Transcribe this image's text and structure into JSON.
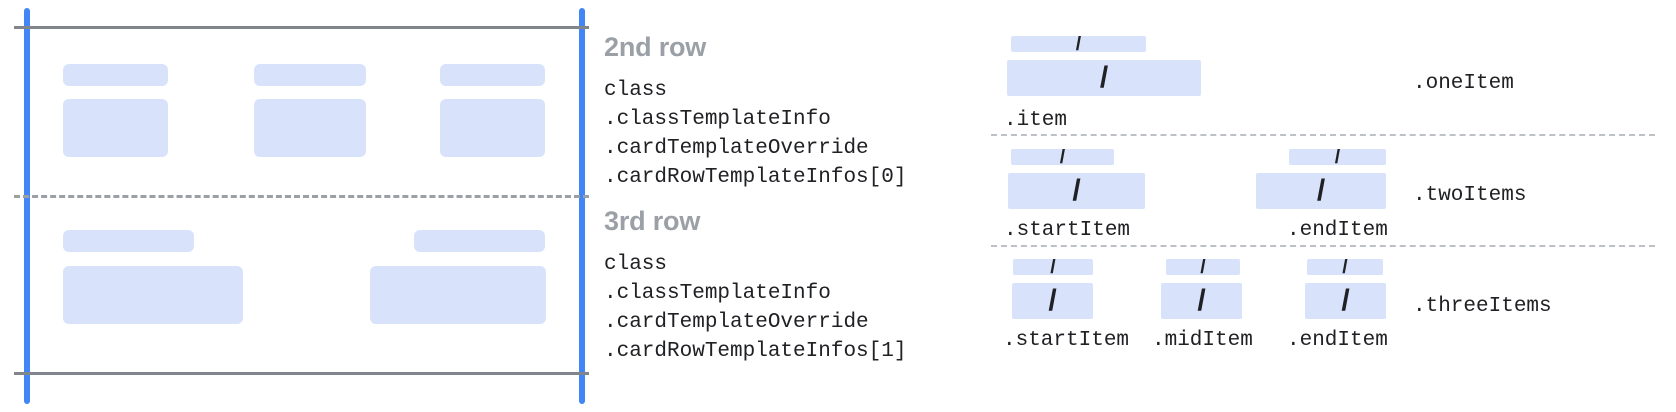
{
  "colors": {
    "accent_blue": "#4285f4",
    "block_fill": "#d8e2fb",
    "rule_gray": "#80868b",
    "dash_gray": "#9aa0a6",
    "title_gray": "#9aa0a6",
    "text": "#202124",
    "background": "#ffffff"
  },
  "left_diagram": {
    "rows": [
      {
        "name": "row-2nd",
        "cells": [
          {
            "label_bar": true,
            "content_bar": true
          },
          {
            "label_bar": true,
            "content_bar": true
          },
          {
            "label_bar": true,
            "content_bar": true
          }
        ]
      },
      {
        "name": "row-3rd",
        "cells": [
          {
            "label_bar": true,
            "content_bar": true
          },
          {
            "label_bar": true,
            "content_bar": true
          }
        ]
      }
    ]
  },
  "annotations": [
    {
      "title": "2nd row",
      "code": [
        "class",
        ".classTemplateInfo",
        ".cardTemplateOverride",
        ".cardRowTemplateInfos[0]"
      ]
    },
    {
      "title": "3rd row",
      "code": [
        "class",
        ".classTemplateInfo",
        ".cardTemplateOverride",
        ".cardRowTemplateInfos[1]"
      ]
    }
  ],
  "right_diagram": {
    "slash_glyph": "/",
    "variants": [
      {
        "name": "one-item",
        "right_label": ".oneItem",
        "items": [
          {
            "label": ".item"
          }
        ]
      },
      {
        "name": "two-items",
        "right_label": ".twoItems",
        "items": [
          {
            "label": ".startItem"
          },
          {
            "label": ".endItem"
          }
        ]
      },
      {
        "name": "three-items",
        "right_label": ".threeItems",
        "items": [
          {
            "label": ".startItem"
          },
          {
            "label": ".midItem"
          },
          {
            "label": ".endItem"
          }
        ]
      }
    ]
  }
}
